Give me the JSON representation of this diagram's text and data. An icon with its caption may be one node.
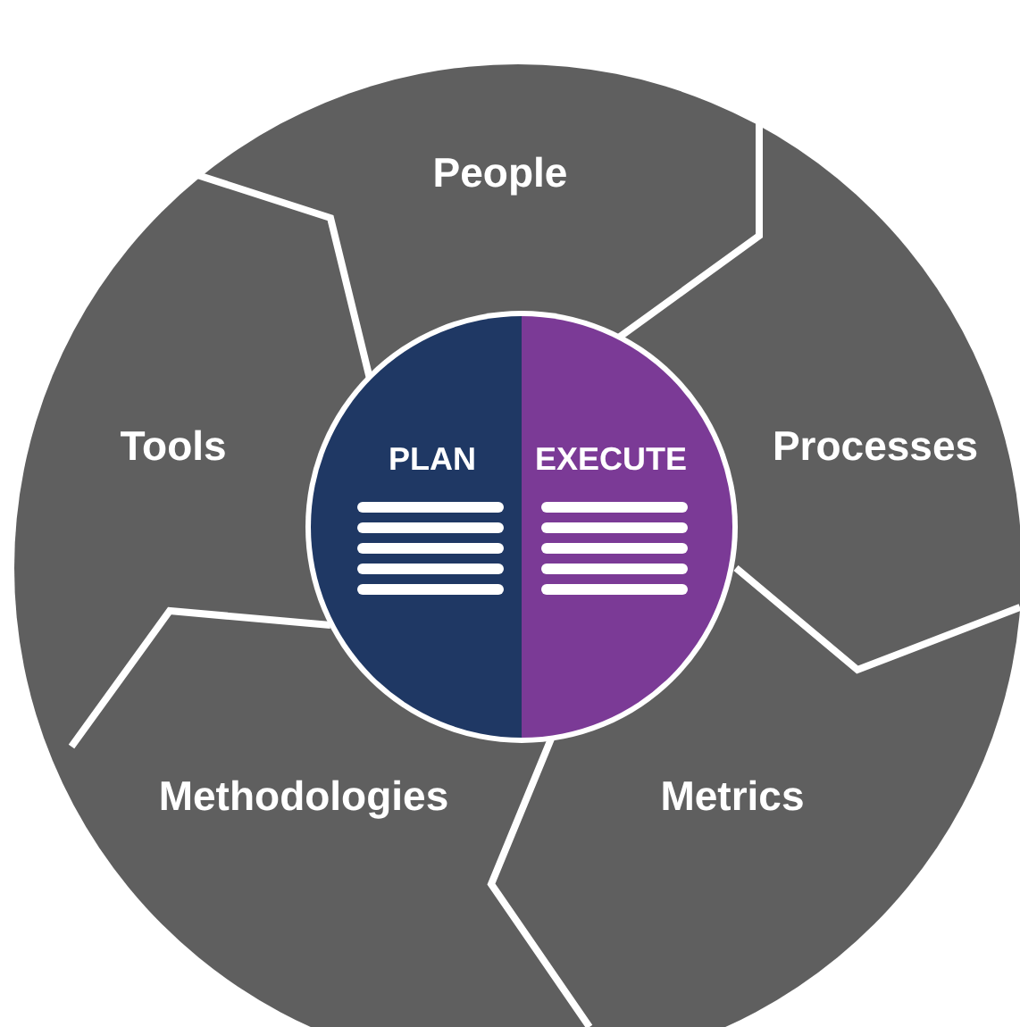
{
  "diagram": {
    "nodes": [
      {
        "text": [
          "People"
        ]
      },
      {
        "text": [
          "Processes"
        ]
      },
      {
        "text": [
          "Metrics"
        ]
      },
      {
        "text": [
          "Methodologies"
        ]
      },
      {
        "text": [
          "Tools"
        ]
      },
      {
        "text": [
          "PLAN"
        ]
      },
      {
        "text": [
          "EXECUTE"
        ]
      }
    ],
    "edges": []
  }
}
